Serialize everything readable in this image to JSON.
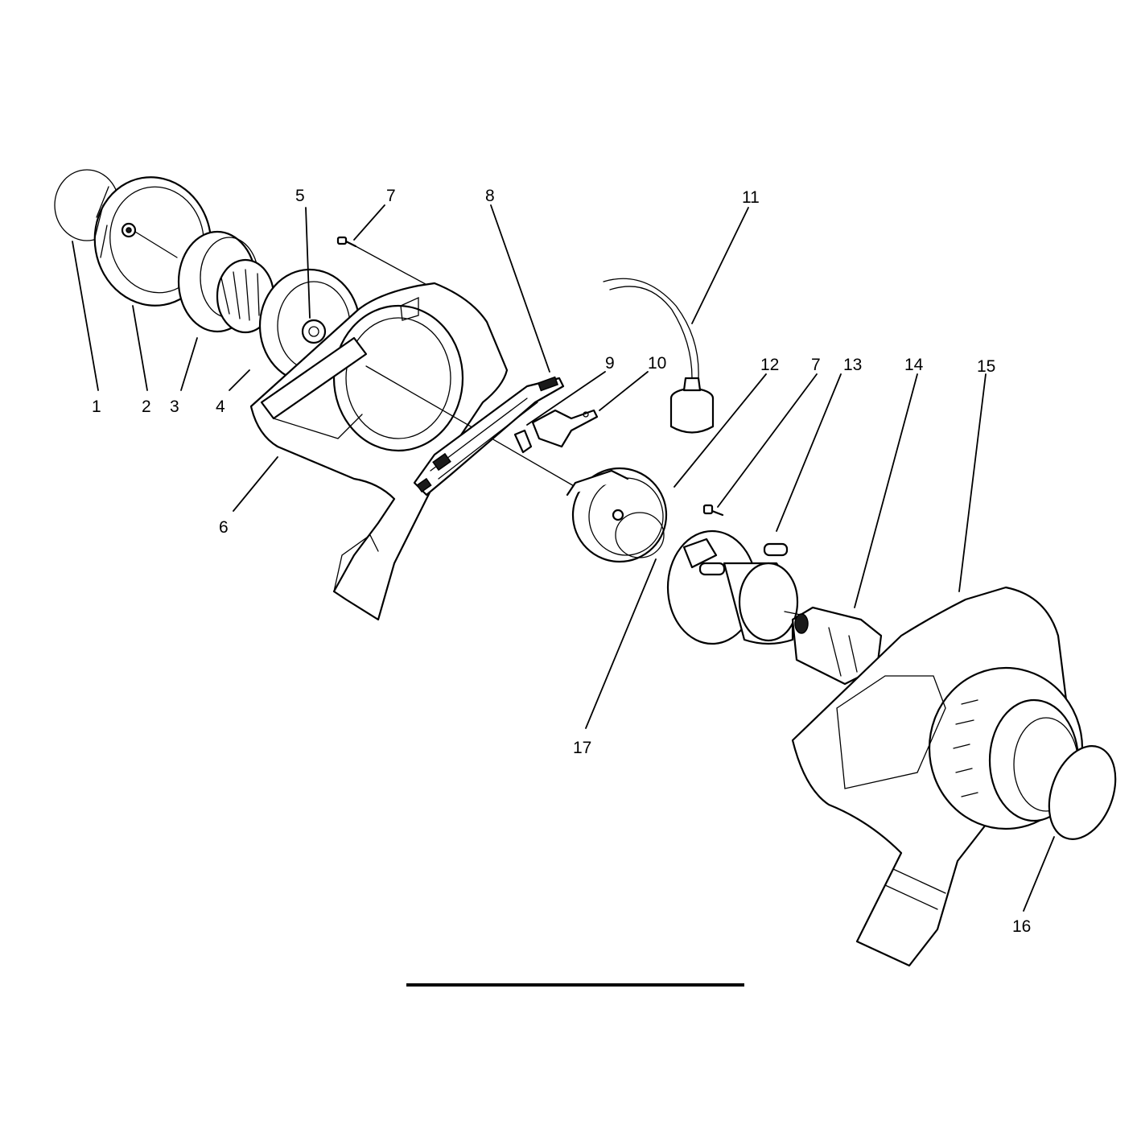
{
  "callouts": [
    {
      "id": "c1",
      "label": "1"
    },
    {
      "id": "c2",
      "label": "2"
    },
    {
      "id": "c3",
      "label": "3"
    },
    {
      "id": "c4",
      "label": "4"
    },
    {
      "id": "c5",
      "label": "5"
    },
    {
      "id": "c6",
      "label": "6"
    },
    {
      "id": "c7a",
      "label": "7"
    },
    {
      "id": "c8",
      "label": "8"
    },
    {
      "id": "c9",
      "label": "9"
    },
    {
      "id": "c10",
      "label": "10"
    },
    {
      "id": "c11",
      "label": "11"
    },
    {
      "id": "c12",
      "label": "12"
    },
    {
      "id": "c7b",
      "label": "7"
    },
    {
      "id": "c13",
      "label": "13"
    },
    {
      "id": "c14",
      "label": "14"
    },
    {
      "id": "c15",
      "label": "15"
    },
    {
      "id": "c16",
      "label": "16"
    },
    {
      "id": "c17",
      "label": "17"
    }
  ],
  "caption": ""
}
